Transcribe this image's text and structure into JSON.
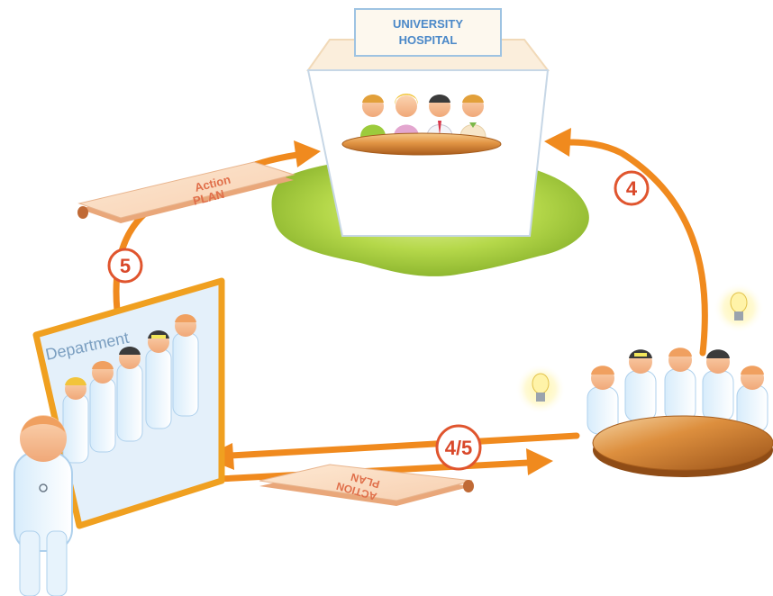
{
  "hospital": {
    "line1": "UNIVERSITY",
    "line2": "HOSPITAL"
  },
  "department": {
    "label": "Department"
  },
  "steps": {
    "step4": "4",
    "step5": "5",
    "step45": "4/5"
  },
  "books": {
    "top": {
      "line1": "Action",
      "line2": "PLAN"
    },
    "bottom": {
      "line1": "ACTION",
      "line2": "PLAN"
    }
  },
  "colors": {
    "arrow": "#f08a1e",
    "badge_border": "#e0552e",
    "badge_text": "#d9482a",
    "board_frame": "#f0a020",
    "board_bg": "#e4f0fa",
    "department_text": "#7a9ec0",
    "ground": "#9ccb3c",
    "sign_text": "#4a88c8",
    "table_brown": "#b86a22"
  },
  "icons": [
    "lightbulb-icon",
    "lightbulb-icon"
  ]
}
